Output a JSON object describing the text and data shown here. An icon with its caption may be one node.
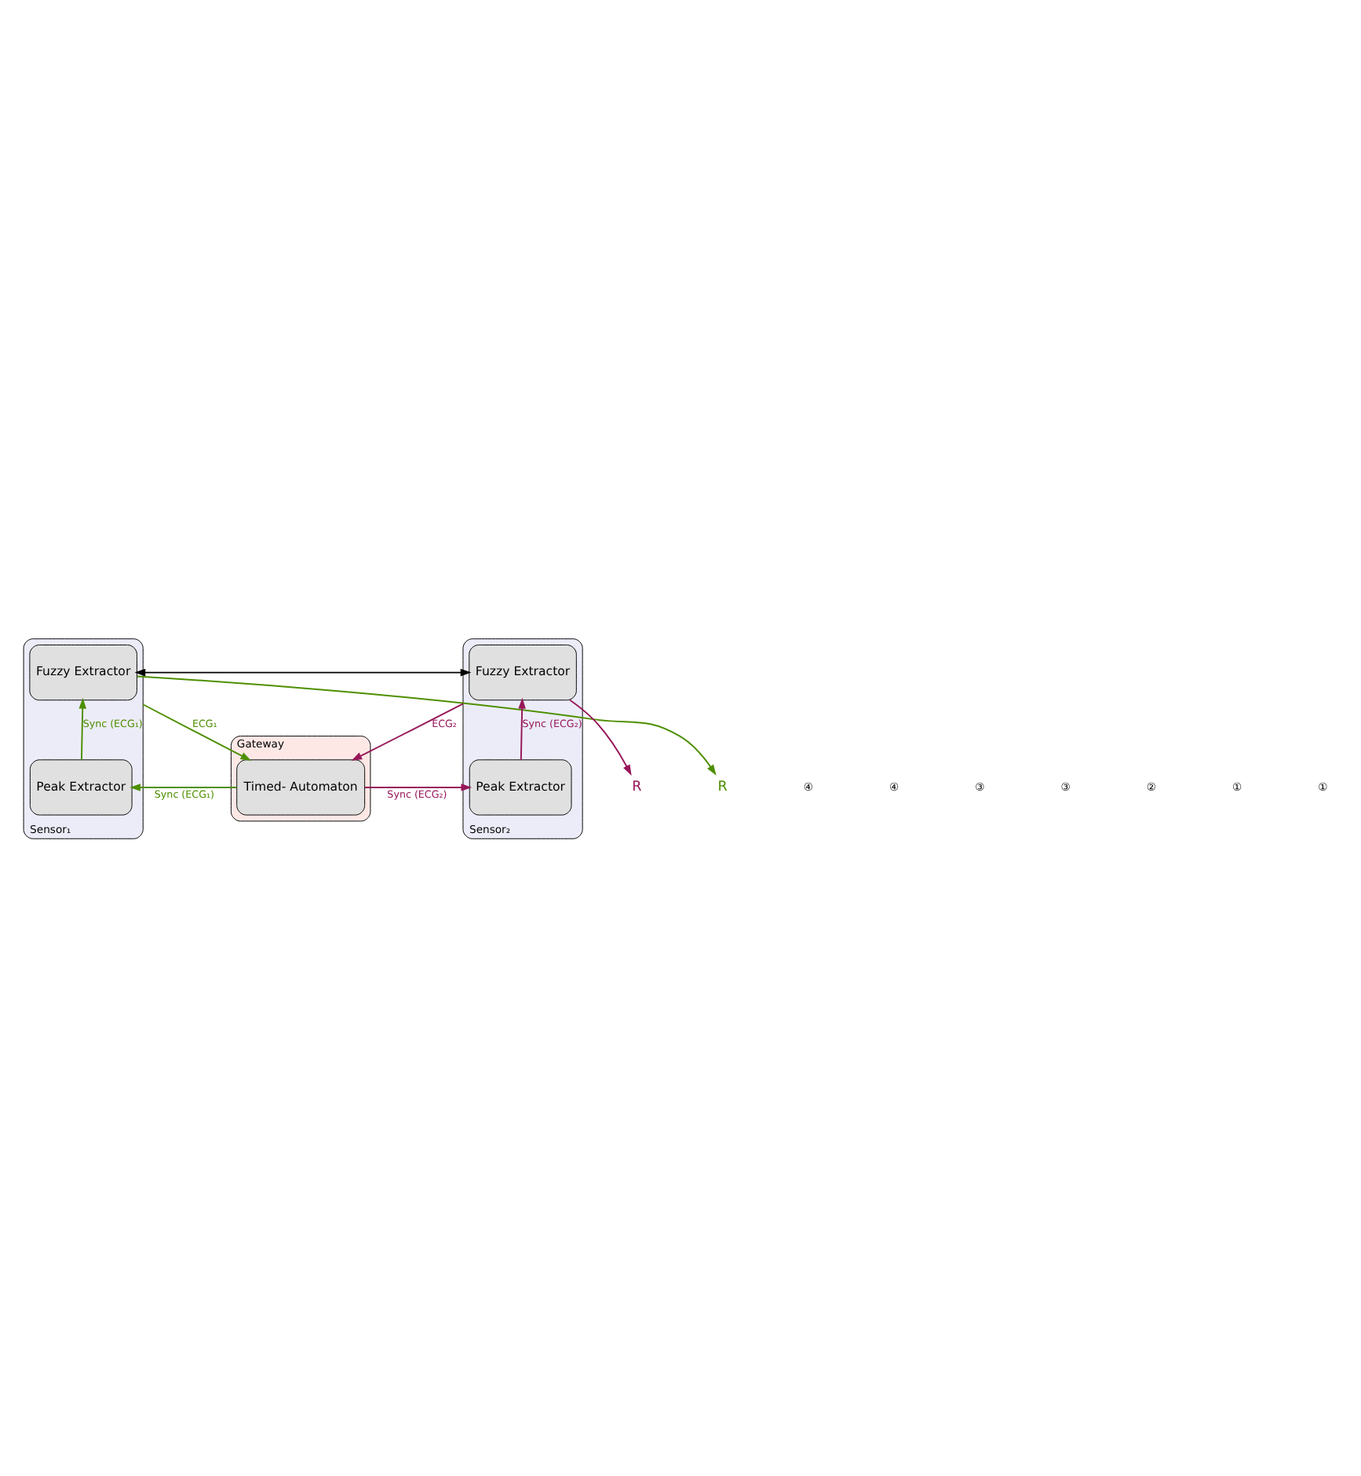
{
  "diagram": {
    "nodes": [
      {
        "text": [
          "Sensor₁"
        ]
      },
      {
        "text": [
          "Fuzzy Extractor"
        ],
        "in": 0
      },
      {
        "text": [
          "Peak Extractor"
        ],
        "in": 0
      },
      {
        "text": [
          "Sensor₂"
        ]
      },
      {
        "text": [
          "Fuzzy Extractor"
        ],
        "in": 3
      },
      {
        "text": [
          "Peak Extractor"
        ],
        "in": 3
      },
      {
        "text": [
          "Gateway"
        ]
      },
      {
        "text": [
          "Timed- Automaton"
        ],
        "in": 6
      },
      {
        "text": [
          "R"
        ]
      },
      {
        "text": [
          "R"
        ]
      }
    ],
    "edges": [
      {
        "from": 1,
        "to": 8,
        "arrow": "to",
        "color": "#4e8f00"
      },
      {
        "from": 4,
        "to": 9,
        "arrow": "to",
        "color": "#97185a"
      },
      {
        "from": 1,
        "to": 4,
        "arrow": "both",
        "color": "#000000"
      },
      {
        "from": 2,
        "to": 1,
        "label": "Sync (ECG₁)",
        "arrow": "to",
        "color": "#4e8f00"
      },
      {
        "from": 5,
        "to": 4,
        "label": "Sync (ECG₂)",
        "arrow": "to",
        "color": "#97185a"
      },
      {
        "from": 7,
        "to": 2,
        "label": "Sync (ECG₁)",
        "arrow": "to",
        "color": "#4e8f00"
      },
      {
        "from": 7,
        "to": 5,
        "label": "Sync (ECG₂)",
        "arrow": "to",
        "color": "#97185a"
      },
      {
        "from": 0,
        "to": 7,
        "label": "ECG₁",
        "arrow": "to",
        "color": "#4e8f00"
      },
      {
        "from": 3,
        "to": 7,
        "label": "ECG₂",
        "arrow": "to",
        "color": "#97185a"
      }
    ],
    "labels": [
      "④",
      "④",
      "③",
      "③",
      "②",
      "①",
      "①"
    ]
  }
}
